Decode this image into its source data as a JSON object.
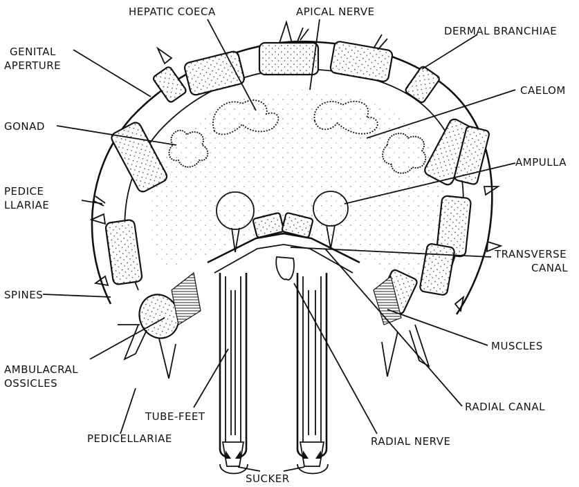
{
  "labels": {
    "hepatic_coeca": "HEPATIC COECA",
    "apical_nerve": "APICAL NERVE",
    "dermal_branchiae": "DERMAL BRANCHIAE",
    "genital_aperture_1": "GENITAL",
    "genital_aperture_2": "APERTURE",
    "caelom": "CAELOM",
    "gonad": "GONAD",
    "ampulla": "AMPULLA",
    "pedicellariae_top_1": "PEDICE",
    "pedicellariae_top_2": "LLARIAE",
    "transverse_canal_1": "TRANSVERSE",
    "transverse_canal_2": "CANAL",
    "spines": "SPINES",
    "muscles": "MUSCLES",
    "ambulacral_ossicles_1": "AMBULACRAL",
    "ambulacral_ossicles_2": "OSSICLES",
    "radial_canal": "RADIAL CANAL",
    "tube_feet": "TUBE-FEET",
    "pedicellariae_bottom": "PEDICELLARIAE",
    "radial_nerve": "RADIAL NERVE",
    "sucker": "SUCKER"
  },
  "colors": {
    "ink": "#111111",
    "paper": "#ffffff"
  }
}
